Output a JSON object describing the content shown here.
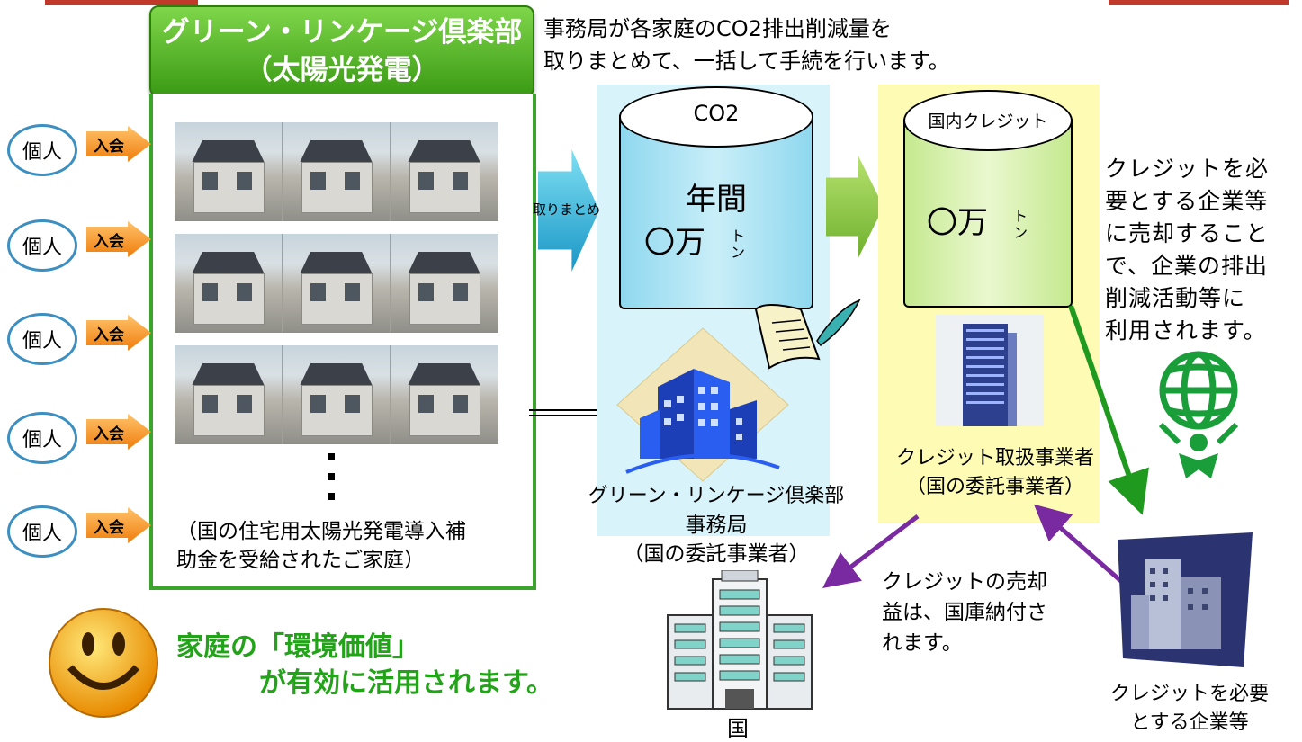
{
  "header_note": {
    "line1": "事務局が各家庭のCO2排出削減量を",
    "line2": "取りまとめて、一括して手続を行います。"
  },
  "club": {
    "title_line1": "グリーン・リンケージ倶楽部",
    "title_line2": "（太陽光発電）",
    "ellipsis": "：",
    "note_line1": "（国の住宅用太陽光発電導入補",
    "note_line2": "助金を受給されたご家庭）"
  },
  "members": [
    {
      "person": "個人",
      "join": "入会"
    },
    {
      "person": "個人",
      "join": "入会"
    },
    {
      "person": "個人",
      "join": "入会"
    },
    {
      "person": "個人",
      "join": "入会"
    },
    {
      "person": "個人",
      "join": "入会"
    }
  ],
  "aggregate_label": "取りまとめ",
  "co2": {
    "top": "CO2",
    "line1": "年間",
    "amount": "〇万",
    "unit": "ト\nン"
  },
  "credit": {
    "top": "国内クレジット",
    "amount": "〇万",
    "unit": "ト\nン"
  },
  "secretariat": {
    "line1": "グリーン・リンケージ倶楽部",
    "line2": "事務局",
    "line3": "（国の委託事業者）"
  },
  "credit_handler": {
    "line1": "クレジット取扱事業者",
    "line2": "（国の委託事業者）"
  },
  "side_note": [
    "クレジットを必",
    "要とする企業等",
    "に売却すること",
    "で、企業の排出",
    "削減活動等に",
    "利用されます。"
  ],
  "proceeds_note": [
    "クレジットの売却",
    "益は、国庫納付さ",
    "れます。"
  ],
  "country_label": "国",
  "company_label": [
    "クレジットを必要",
    "とする企業等"
  ],
  "bottom_message": {
    "line1": "家庭の「環境価値」",
    "line2": "が有効に活用されます。"
  },
  "colors": {
    "club_green": "#3a9a14",
    "message_green": "#23a319",
    "arrow_purple": "#7a2aa0",
    "arrow_green": "#1f9a1f",
    "person_border": "#3c8fc0"
  }
}
